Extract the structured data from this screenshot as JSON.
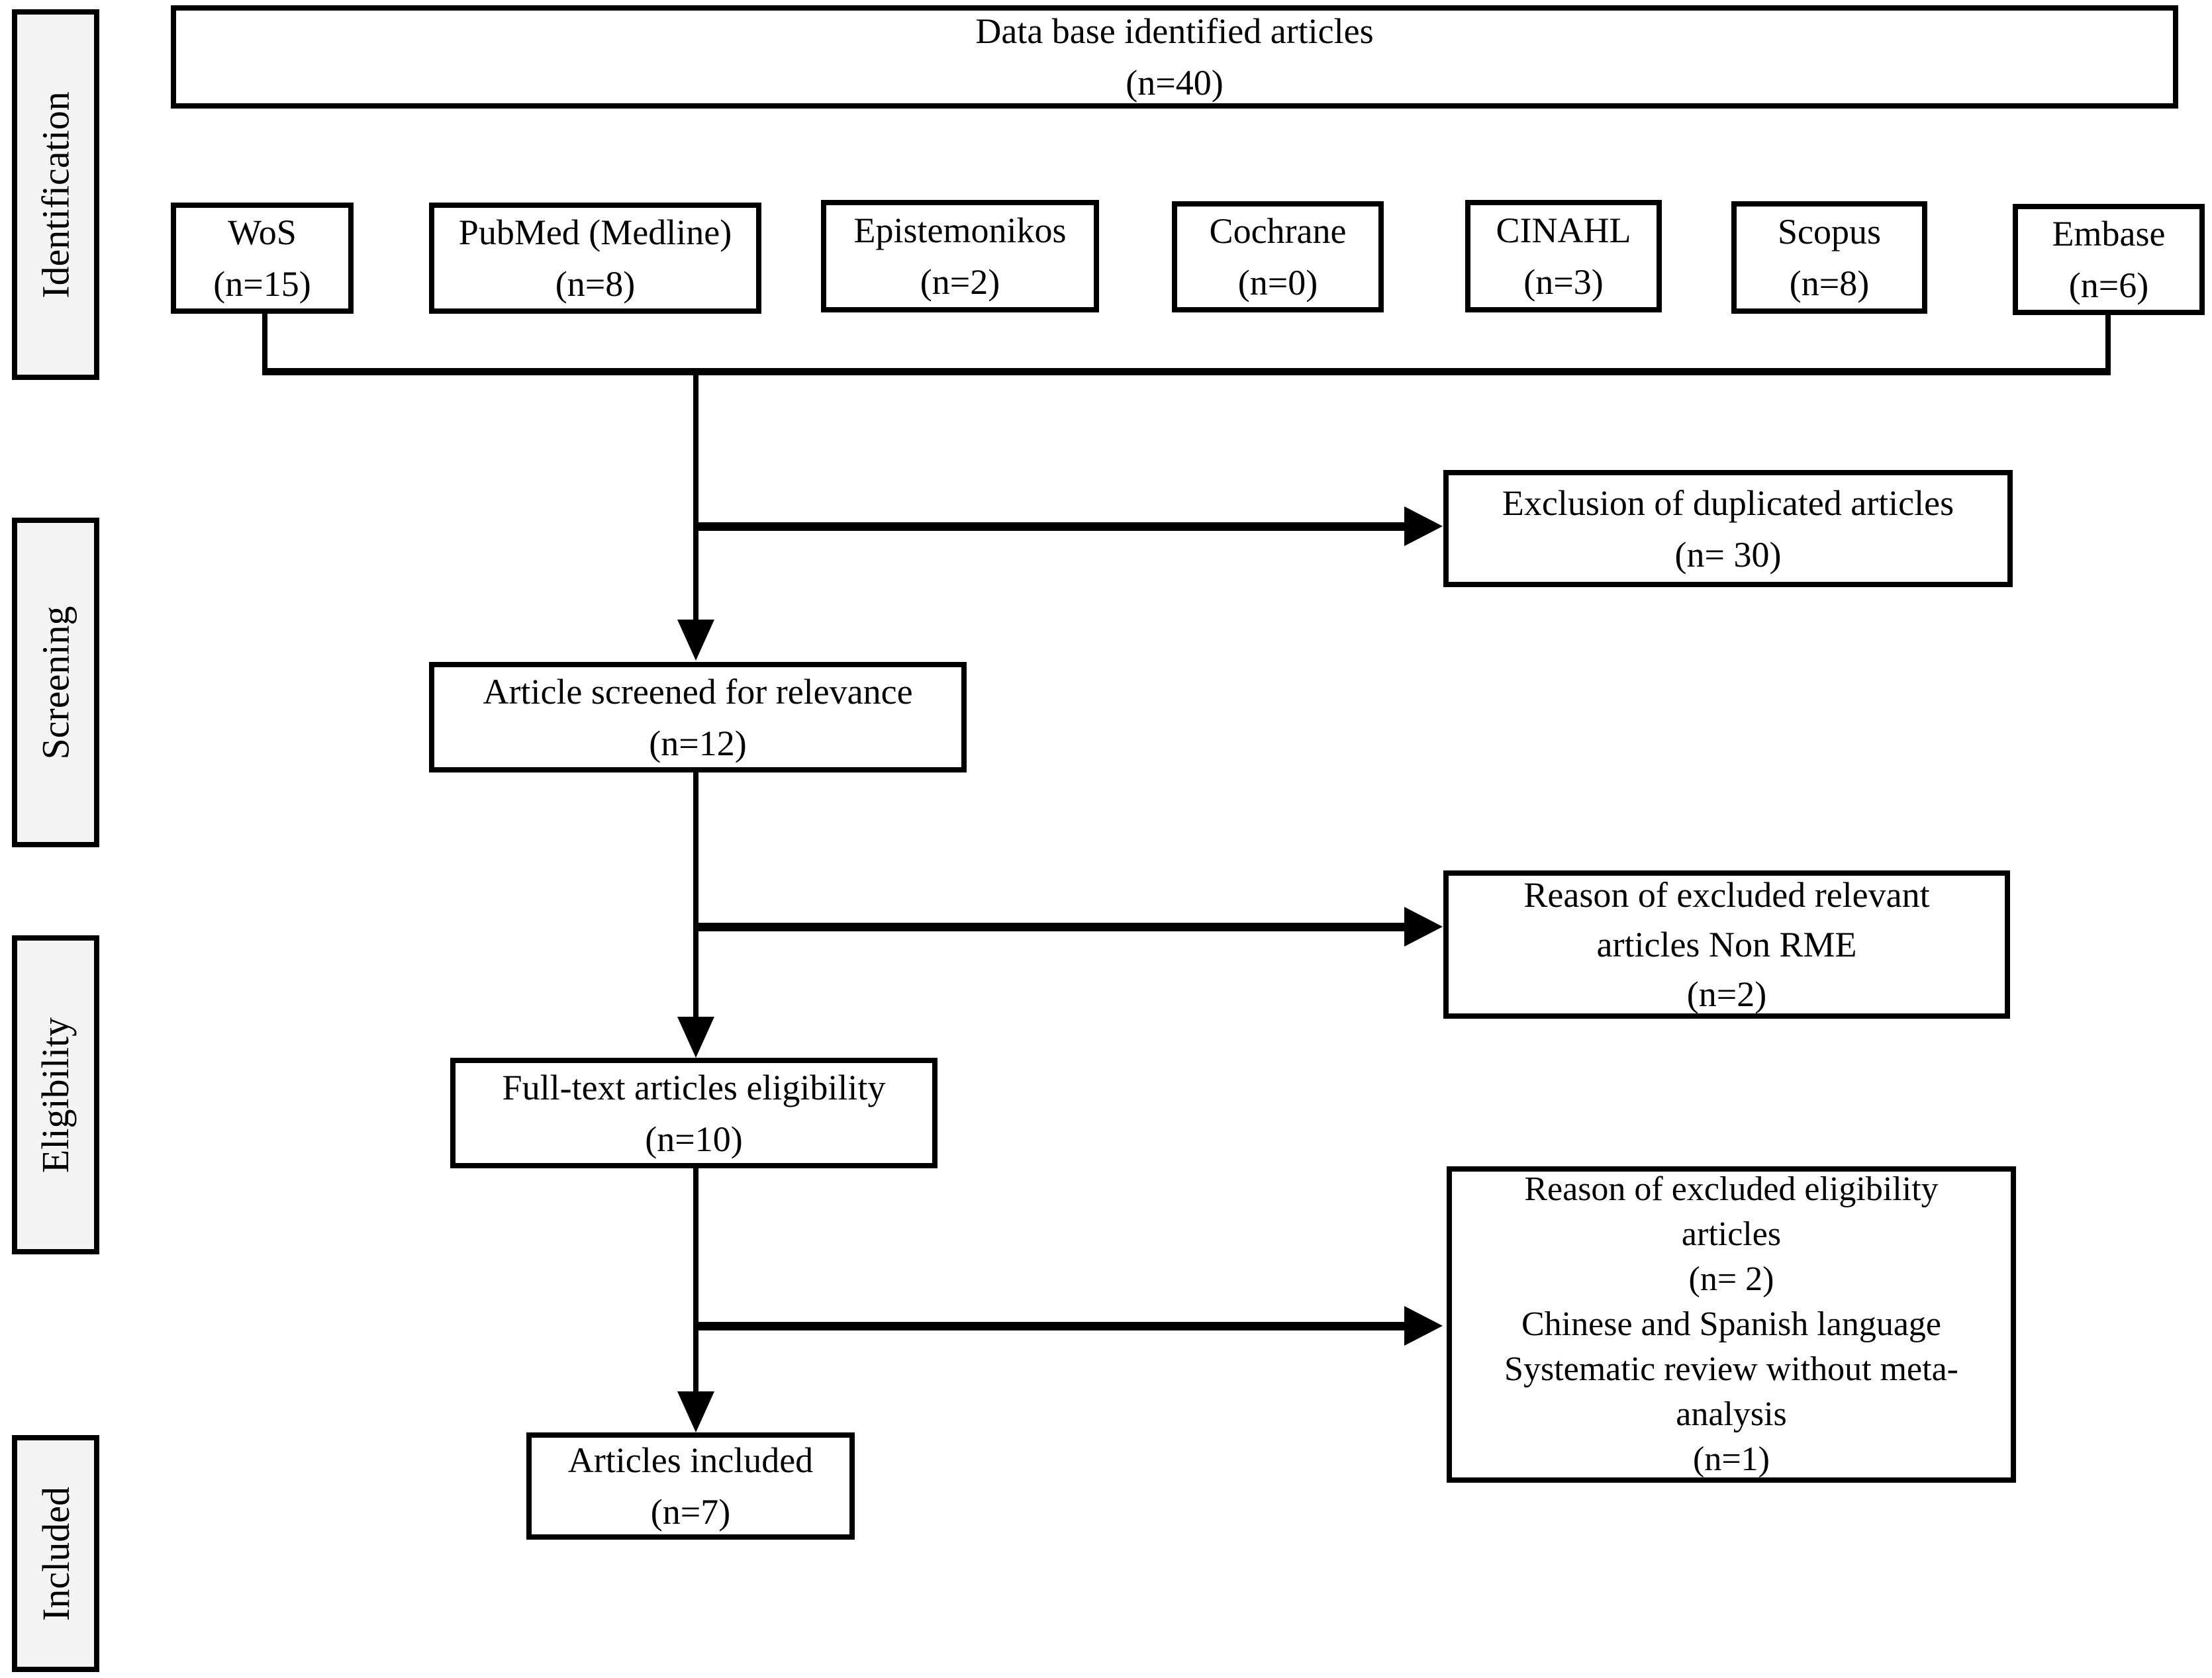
{
  "diagram": {
    "colors": {
      "background": "#ffffff",
      "line": "#000000",
      "stage_fill": "#f4f4f4"
    },
    "stages": [
      {
        "label": "Identification"
      },
      {
        "label": "Screening"
      },
      {
        "label": "Eligibility"
      },
      {
        "label": "Included"
      }
    ],
    "top_box": {
      "lines": [
        "Data base identified articles",
        "(n=40)"
      ]
    },
    "databases": [
      {
        "name": "WoS",
        "count": "(n=15)"
      },
      {
        "name": "PubMed (Medline)",
        "count": "(n=8)"
      },
      {
        "name": "Epistemonikos",
        "count": "(n=2)"
      },
      {
        "name": "Cochrane",
        "count": "(n=0)"
      },
      {
        "name": "CINAHL",
        "count": "(n=3)"
      },
      {
        "name": "Scopus",
        "count": "(n=8)"
      },
      {
        "name": "Embase",
        "count": "(n=6)"
      }
    ],
    "exclusion_box": {
      "lines": [
        "Exclusion of duplicated articles",
        "(n= 30)"
      ]
    },
    "screened_box": {
      "lines": [
        "Article screened for relevance",
        "(n=12)"
      ]
    },
    "excluded_relevant_box": {
      "lines": [
        "Reason of excluded relevant",
        "articles Non RME",
        "(n=2)"
      ]
    },
    "fulltext_box": {
      "lines": [
        "Full-text articles eligibility",
        "(n=10)"
      ]
    },
    "excluded_eligibility_box": {
      "lines": [
        "Reason of excluded eligibility",
        "articles",
        "(n= 2)",
        "Chinese and Spanish language",
        "Systematic review without meta-",
        "analysis",
        "(n=1)"
      ]
    },
    "included_box": {
      "lines": [
        "Articles included",
        "(n=7)"
      ]
    }
  }
}
